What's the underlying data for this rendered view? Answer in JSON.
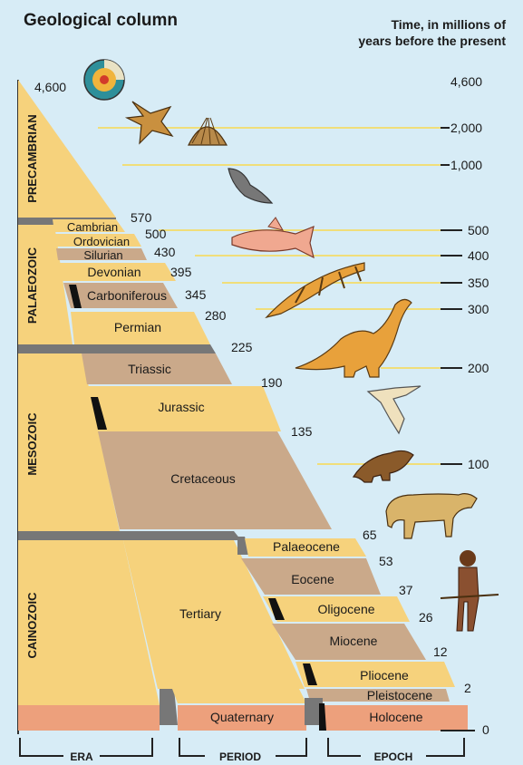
{
  "title": "Geological column",
  "time_heading": [
    "Time, in millions of",
    "years before the present"
  ],
  "eras": [
    "PRECAMBRIAN",
    "PALAEOZOIC",
    "MESOZOIC",
    "CAINOZOIC"
  ],
  "periods": [
    "Cambrian",
    "Ordovician",
    "Silurian",
    "Devonian",
    "Carboniferous",
    "Permian",
    "Triassic",
    "Jurassic",
    "Cretaceous",
    "Tertiary",
    "Quaternary"
  ],
  "epochs": [
    "Palaeocene",
    "Eocene",
    "Oligocene",
    "Miocene",
    "Pliocene",
    "Pleistocene",
    "Holocene"
  ],
  "boundary_ages": [
    "4,600",
    "570",
    "500",
    "430",
    "395",
    "345",
    "280",
    "225",
    "190",
    "135",
    "65",
    "53",
    "37",
    "26",
    "12",
    "2"
  ],
  "time_scale": [
    "4,600",
    "2,000",
    "1,000",
    "500",
    "400",
    "350",
    "300",
    "200",
    "100",
    "0"
  ],
  "brackets": [
    "ERA",
    "PERIOD",
    "EPOCH"
  ],
  "illustrations": [
    "earth-globe-icon",
    "starfish-fossil-icon",
    "shell-fossil-icon",
    "armored-fish-icon",
    "coelacanth-fish-icon",
    "lizard-reptile-icon",
    "sauropod-dinosaur-icon",
    "pterosaur-icon",
    "small-mammal-icon",
    "horse-ancestor-icon",
    "early-human-icon"
  ],
  "colors": {
    "background": "#d7ecf6",
    "paleyellow": "#f6d27c",
    "tan": "#caa98a",
    "peach": "#eda07c",
    "shadow": "#6c6c6c",
    "timeline": "#f0de7a"
  }
}
